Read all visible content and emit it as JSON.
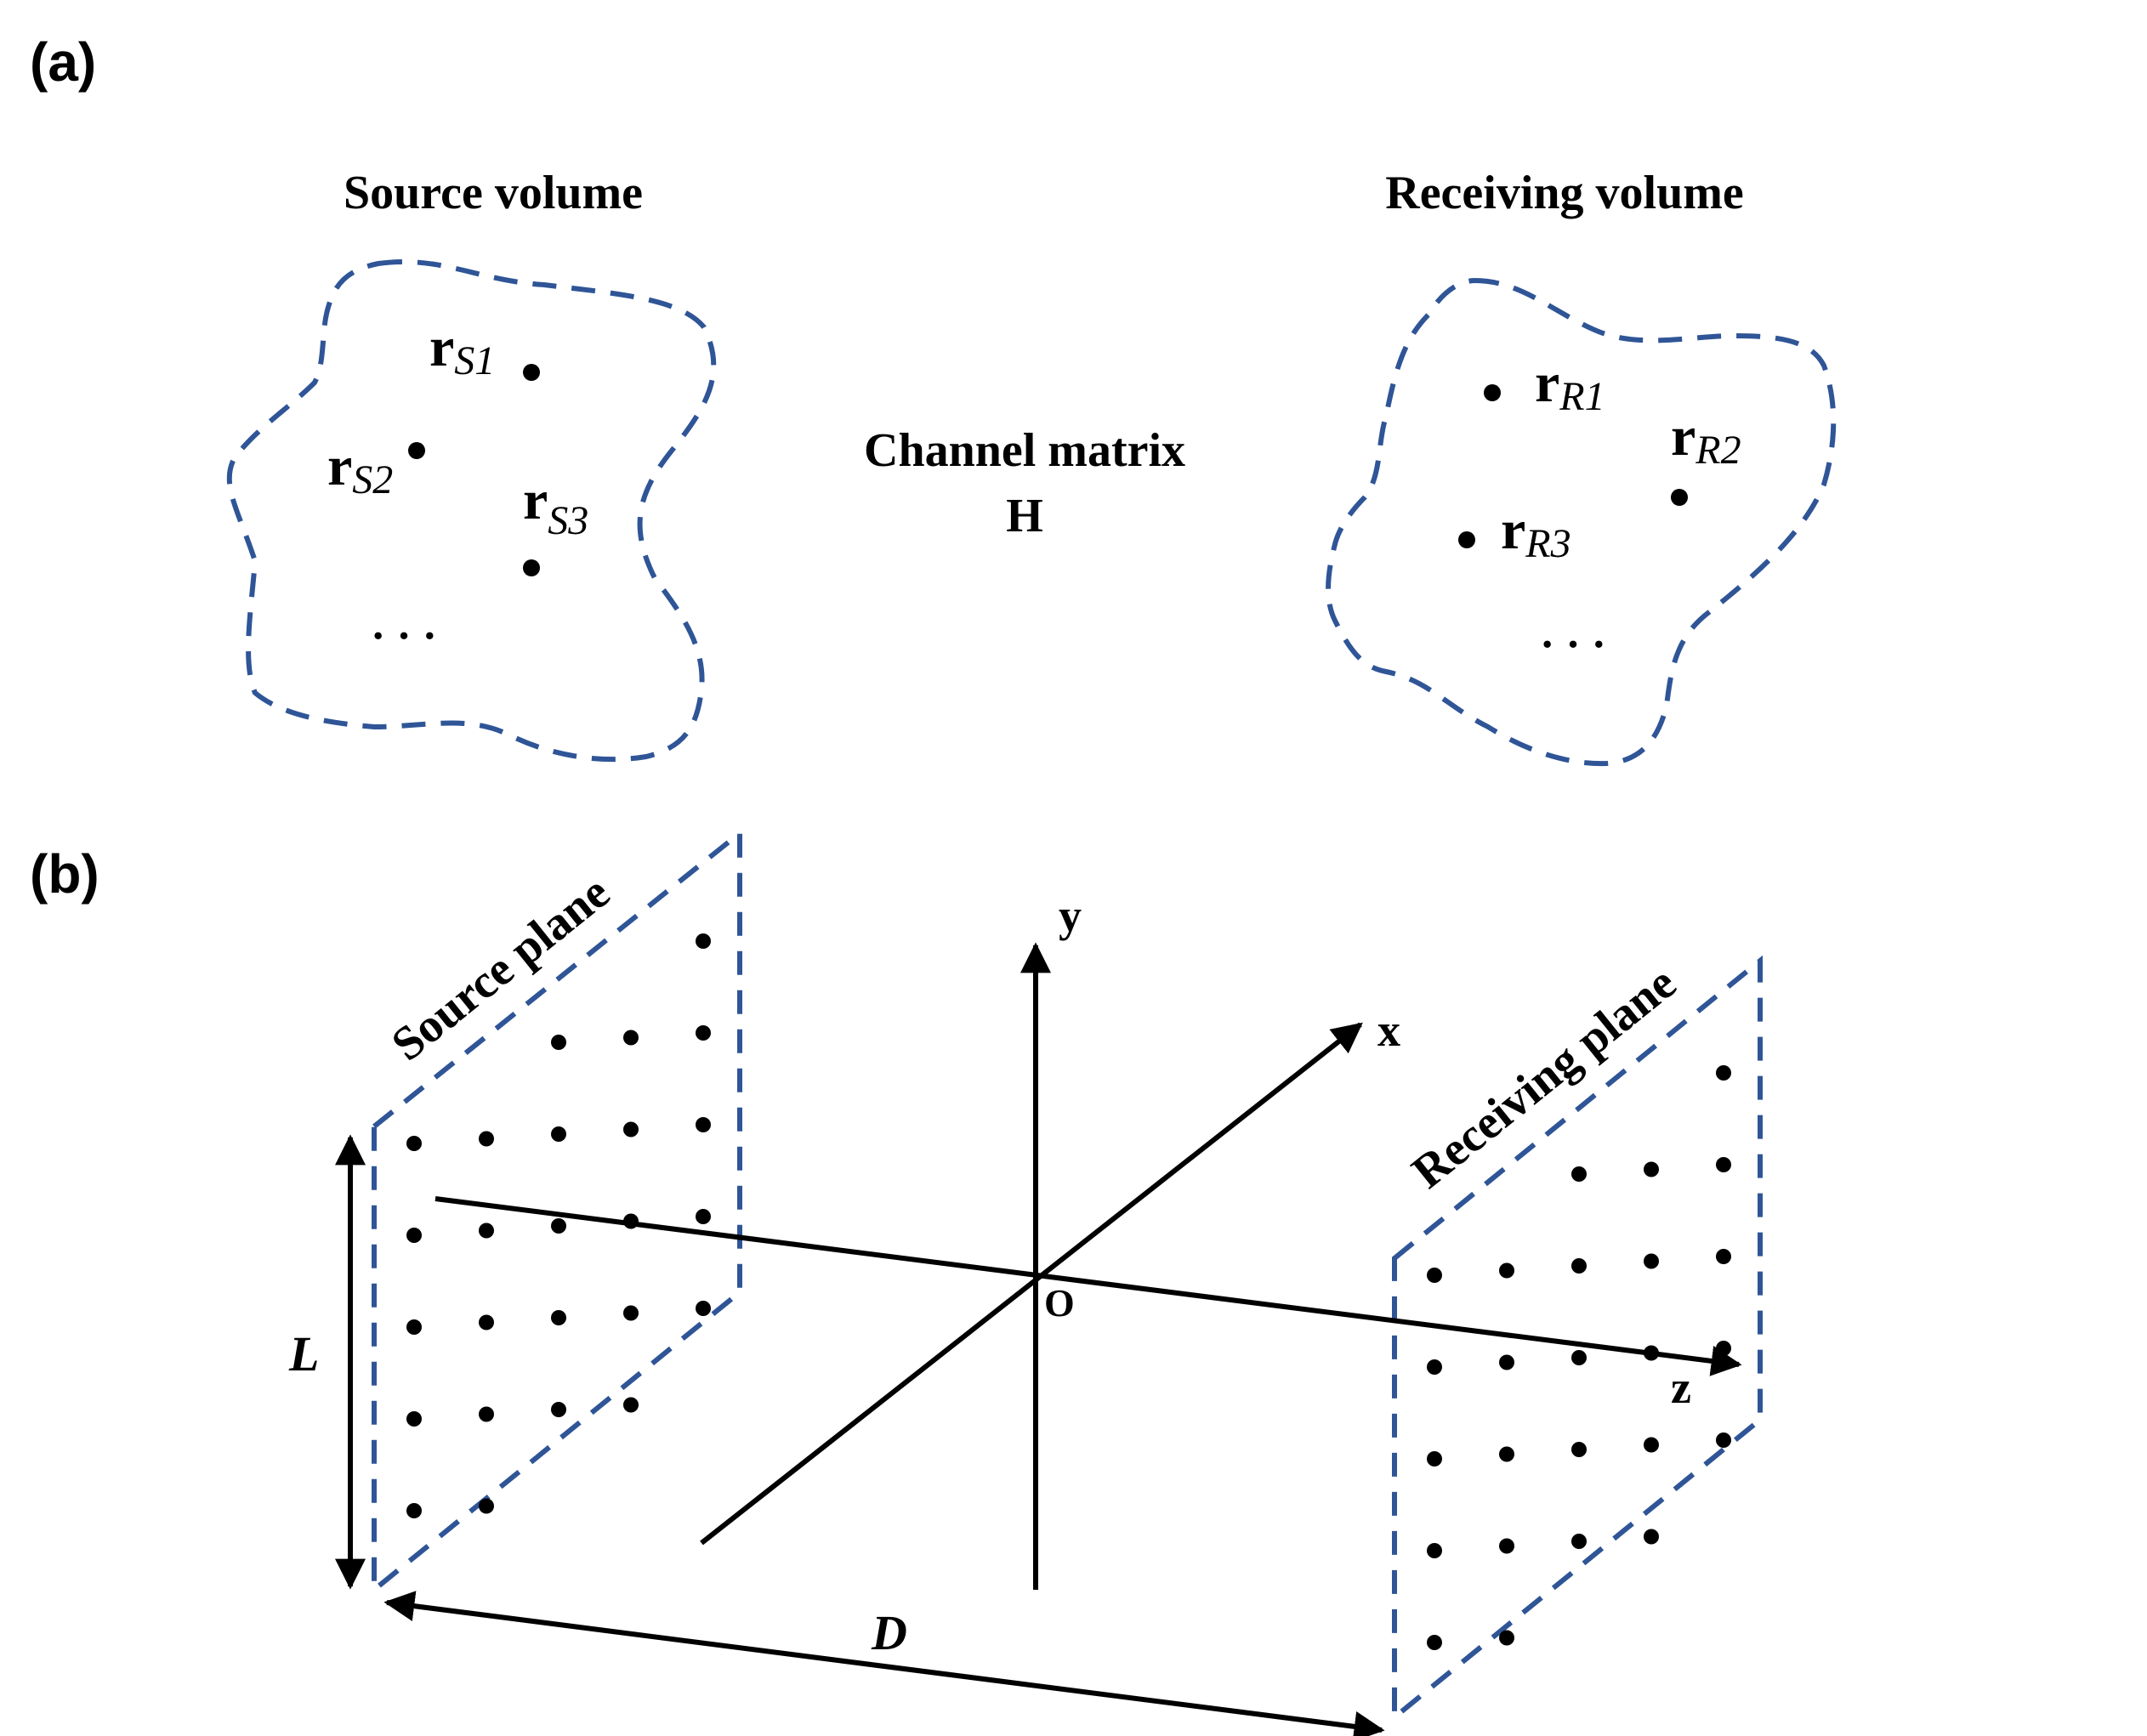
{
  "panel_a": {
    "label": "(a)",
    "source_title": "Source volume",
    "receiving_title": "Receiving volume",
    "channel_line1": "Channel matrix",
    "channel_line2": "H",
    "source_points": [
      {
        "base": "r",
        "sub": "S1"
      },
      {
        "base": "r",
        "sub": "S2"
      },
      {
        "base": "r",
        "sub": "S3"
      }
    ],
    "receiving_points": [
      {
        "base": "r",
        "sub": "R1"
      },
      {
        "base": "r",
        "sub": "R2"
      },
      {
        "base": "r",
        "sub": "R3"
      }
    ],
    "ellipsis": "· · ·"
  },
  "panel_b": {
    "label": "(b)",
    "source_plane_label": "Source plane",
    "receiving_plane_label": "Receiving plane",
    "axis_x": "x",
    "axis_y": "y",
    "axis_z": "z",
    "origin": "O",
    "length_label": "L",
    "distance_label": "D"
  },
  "colors": {
    "dashed_outline": "#2f5597",
    "ink": "#000000"
  }
}
